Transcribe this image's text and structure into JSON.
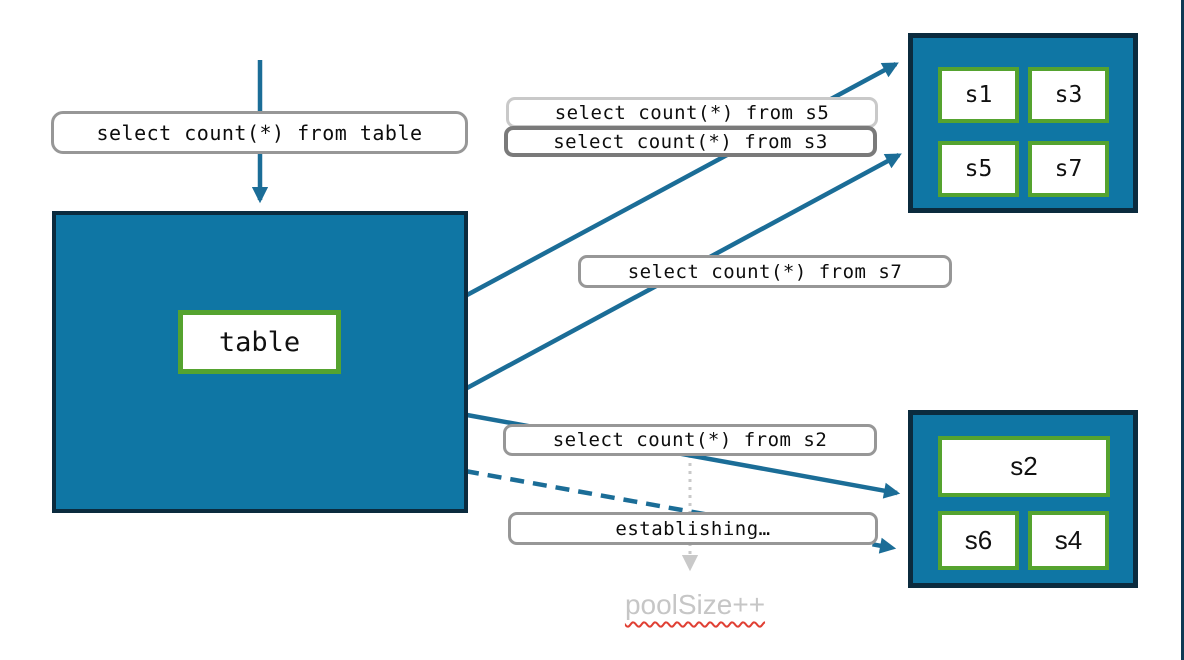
{
  "palette": {
    "teal_fill": "#0F76A4",
    "dark_border": "#0B2B3E",
    "green_border": "#55A32F",
    "arrow_teal": "#1B6D97",
    "label_border_gray": "#979797",
    "label_border_light": "#C9C9C9",
    "label_border_dark": "#7A7A7A",
    "muted_text_gray": "#C6C6C6",
    "squiggle_red": "#E04034"
  },
  "labels": {
    "query_table": "select count(*) from table",
    "query_s5": "select count(*) from s5",
    "query_s3": "select count(*) from s3",
    "query_s7": "select count(*) from s7",
    "query_s2": "select count(*) from s2",
    "establishing": "establishing…",
    "pool_size": "poolSize++"
  },
  "source": {
    "label": "table"
  },
  "shard_group_top": {
    "shards": [
      "s1",
      "s3",
      "s5",
      "s7"
    ]
  },
  "shard_group_bottom": {
    "shards": [
      "s2",
      "s6",
      "s4"
    ]
  }
}
